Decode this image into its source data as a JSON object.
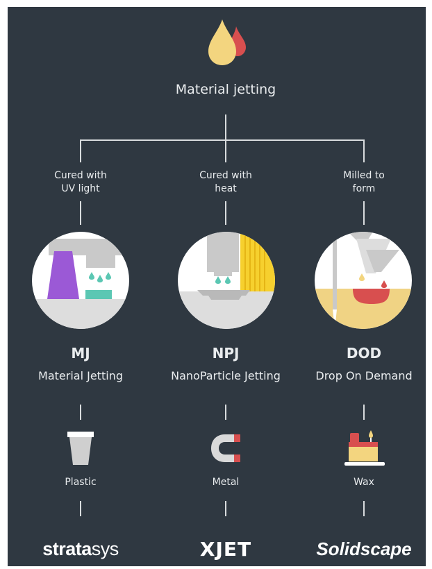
{
  "title": "Material jetting",
  "branches": [
    {
      "condition": [
        "Cured with",
        "UV light"
      ],
      "abbr": "MJ",
      "full_name": "Material Jetting",
      "material": "Plastic",
      "material_icon": "plastic-cup-icon",
      "brand": {
        "bold": "strata",
        "light": "sys"
      },
      "illustration": "material-jetting-illustration"
    },
    {
      "condition": [
        "Cured with",
        "heat"
      ],
      "abbr": "NPJ",
      "full_name": "NanoParticle Jetting",
      "material": "Metal",
      "material_icon": "magnet-icon",
      "brand": {
        "text": "XJET"
      },
      "illustration": "nanoparticle-jetting-illustration"
    },
    {
      "condition": [
        "Milled to",
        "form"
      ],
      "abbr": "DOD",
      "full_name": "Drop On Demand",
      "material": "Wax",
      "material_icon": "candle-cake-icon",
      "brand": {
        "text": "Solidscape"
      },
      "illustration": "drop-on-demand-illustration"
    }
  ],
  "colors": {
    "background": "#2f3841",
    "yellow": "#f3d57f",
    "red": "#d84f4f",
    "purple": "#9b59d6",
    "teal": "#5bc7b3",
    "gray": "#c9c9c9",
    "white": "#ffffff"
  }
}
